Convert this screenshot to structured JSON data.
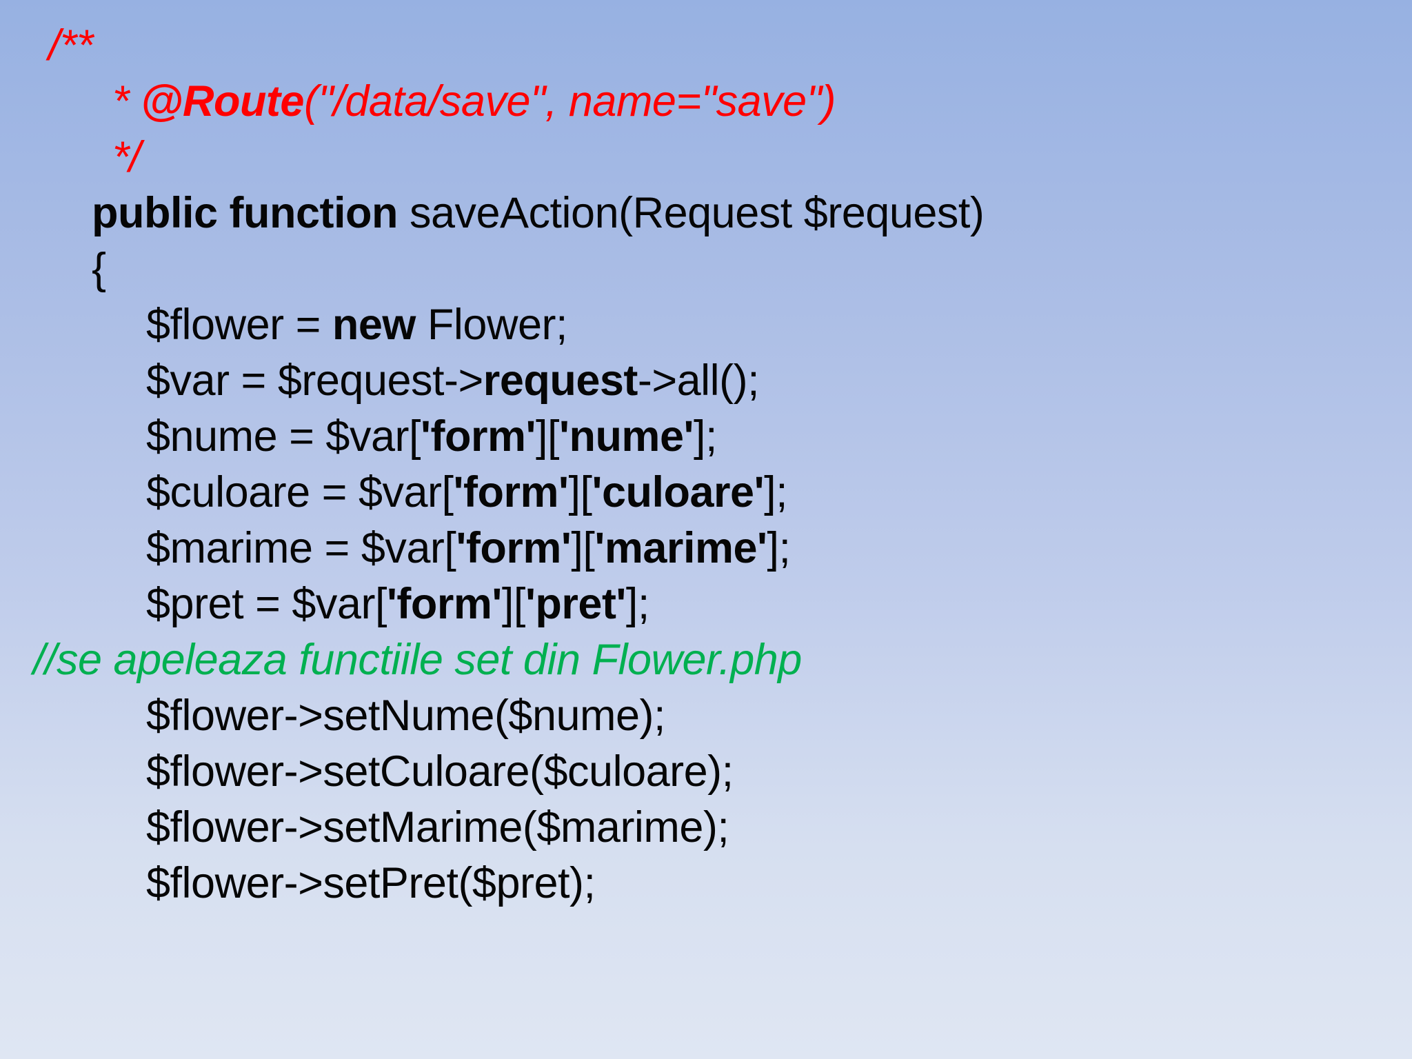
{
  "slide": {
    "kind": "code-slide",
    "background_top_color": "#97b1e2",
    "background_bottom_color": "#dfe6f3",
    "palette": {
      "comment_red": "#ff0000",
      "code_black": "#060606",
      "comment_green": "#00b050"
    }
  },
  "code": {
    "language": "php",
    "lines": [
      {
        "name": "docblock-open",
        "style": "red",
        "indent": 70,
        "segments": [
          {
            "t": "/**"
          }
        ]
      },
      {
        "name": "route-annotation",
        "style": "red",
        "indent": 163,
        "segments": [
          {
            "t": "* "
          },
          {
            "t": "@Route",
            "b": true
          },
          {
            "t": "(\"/data/save\", name=\"save\")"
          }
        ]
      },
      {
        "name": "docblock-close",
        "style": "red",
        "indent": 163,
        "segments": [
          {
            "t": "*/"
          }
        ]
      },
      {
        "name": "function-signature",
        "style": "black",
        "indent": 133,
        "segments": [
          {
            "t": "public function ",
            "b": true
          },
          {
            "t": "saveAction(Request $request)"
          }
        ]
      },
      {
        "name": "open-brace",
        "style": "black",
        "indent": 133,
        "segments": [
          {
            "t": "{"
          }
        ]
      },
      {
        "name": "new-flower",
        "style": "black",
        "indent": 212,
        "segments": [
          {
            "t": "$flower = "
          },
          {
            "t": "new",
            "b": true
          },
          {
            "t": " Flower;"
          }
        ]
      },
      {
        "name": "request-all",
        "style": "black",
        "indent": 212,
        "segments": [
          {
            "t": "$var = $request->"
          },
          {
            "t": "request",
            "b": true
          },
          {
            "t": "->all();"
          }
        ]
      },
      {
        "name": "get-nume",
        "style": "black",
        "indent": 212,
        "segments": [
          {
            "t": "$nume = $var["
          },
          {
            "t": "'form'",
            "b": true
          },
          {
            "t": "]["
          },
          {
            "t": "'nume'",
            "b": true
          },
          {
            "t": "];"
          }
        ]
      },
      {
        "name": "get-culoare",
        "style": "black",
        "indent": 212,
        "segments": [
          {
            "t": "$culoare = $var["
          },
          {
            "t": "'form'",
            "b": true
          },
          {
            "t": "]["
          },
          {
            "t": "'culoare'",
            "b": true
          },
          {
            "t": "];"
          }
        ]
      },
      {
        "name": "get-marime",
        "style": "black",
        "indent": 212,
        "segments": [
          {
            "t": "$marime = $var["
          },
          {
            "t": "'form'",
            "b": true
          },
          {
            "t": "]["
          },
          {
            "t": "'marime'",
            "b": true
          },
          {
            "t": "];"
          }
        ]
      },
      {
        "name": "get-pret",
        "style": "black",
        "indent": 212,
        "segments": [
          {
            "t": "$pret = $var["
          },
          {
            "t": "'form'",
            "b": true
          },
          {
            "t": "]["
          },
          {
            "t": "'pret'",
            "b": true
          },
          {
            "t": "];"
          }
        ]
      },
      {
        "name": "setter-comment",
        "style": "green",
        "indent": 48,
        "segments": [
          {
            "t": "//se apeleaza functiile set din Flower.php"
          }
        ]
      },
      {
        "name": "set-nume",
        "style": "black",
        "indent": 212,
        "segments": [
          {
            "t": "$flower->setNume($nume);"
          }
        ]
      },
      {
        "name": "set-culoare",
        "style": "black",
        "indent": 212,
        "segments": [
          {
            "t": "$flower->setCuloare($culoare);"
          }
        ]
      },
      {
        "name": "set-marime",
        "style": "black",
        "indent": 212,
        "segments": [
          {
            "t": "$flower->setMarime($marime);"
          }
        ]
      },
      {
        "name": "set-pret",
        "style": "black",
        "indent": 212,
        "segments": [
          {
            "t": "$flower->setPret($pret);"
          }
        ]
      }
    ]
  }
}
